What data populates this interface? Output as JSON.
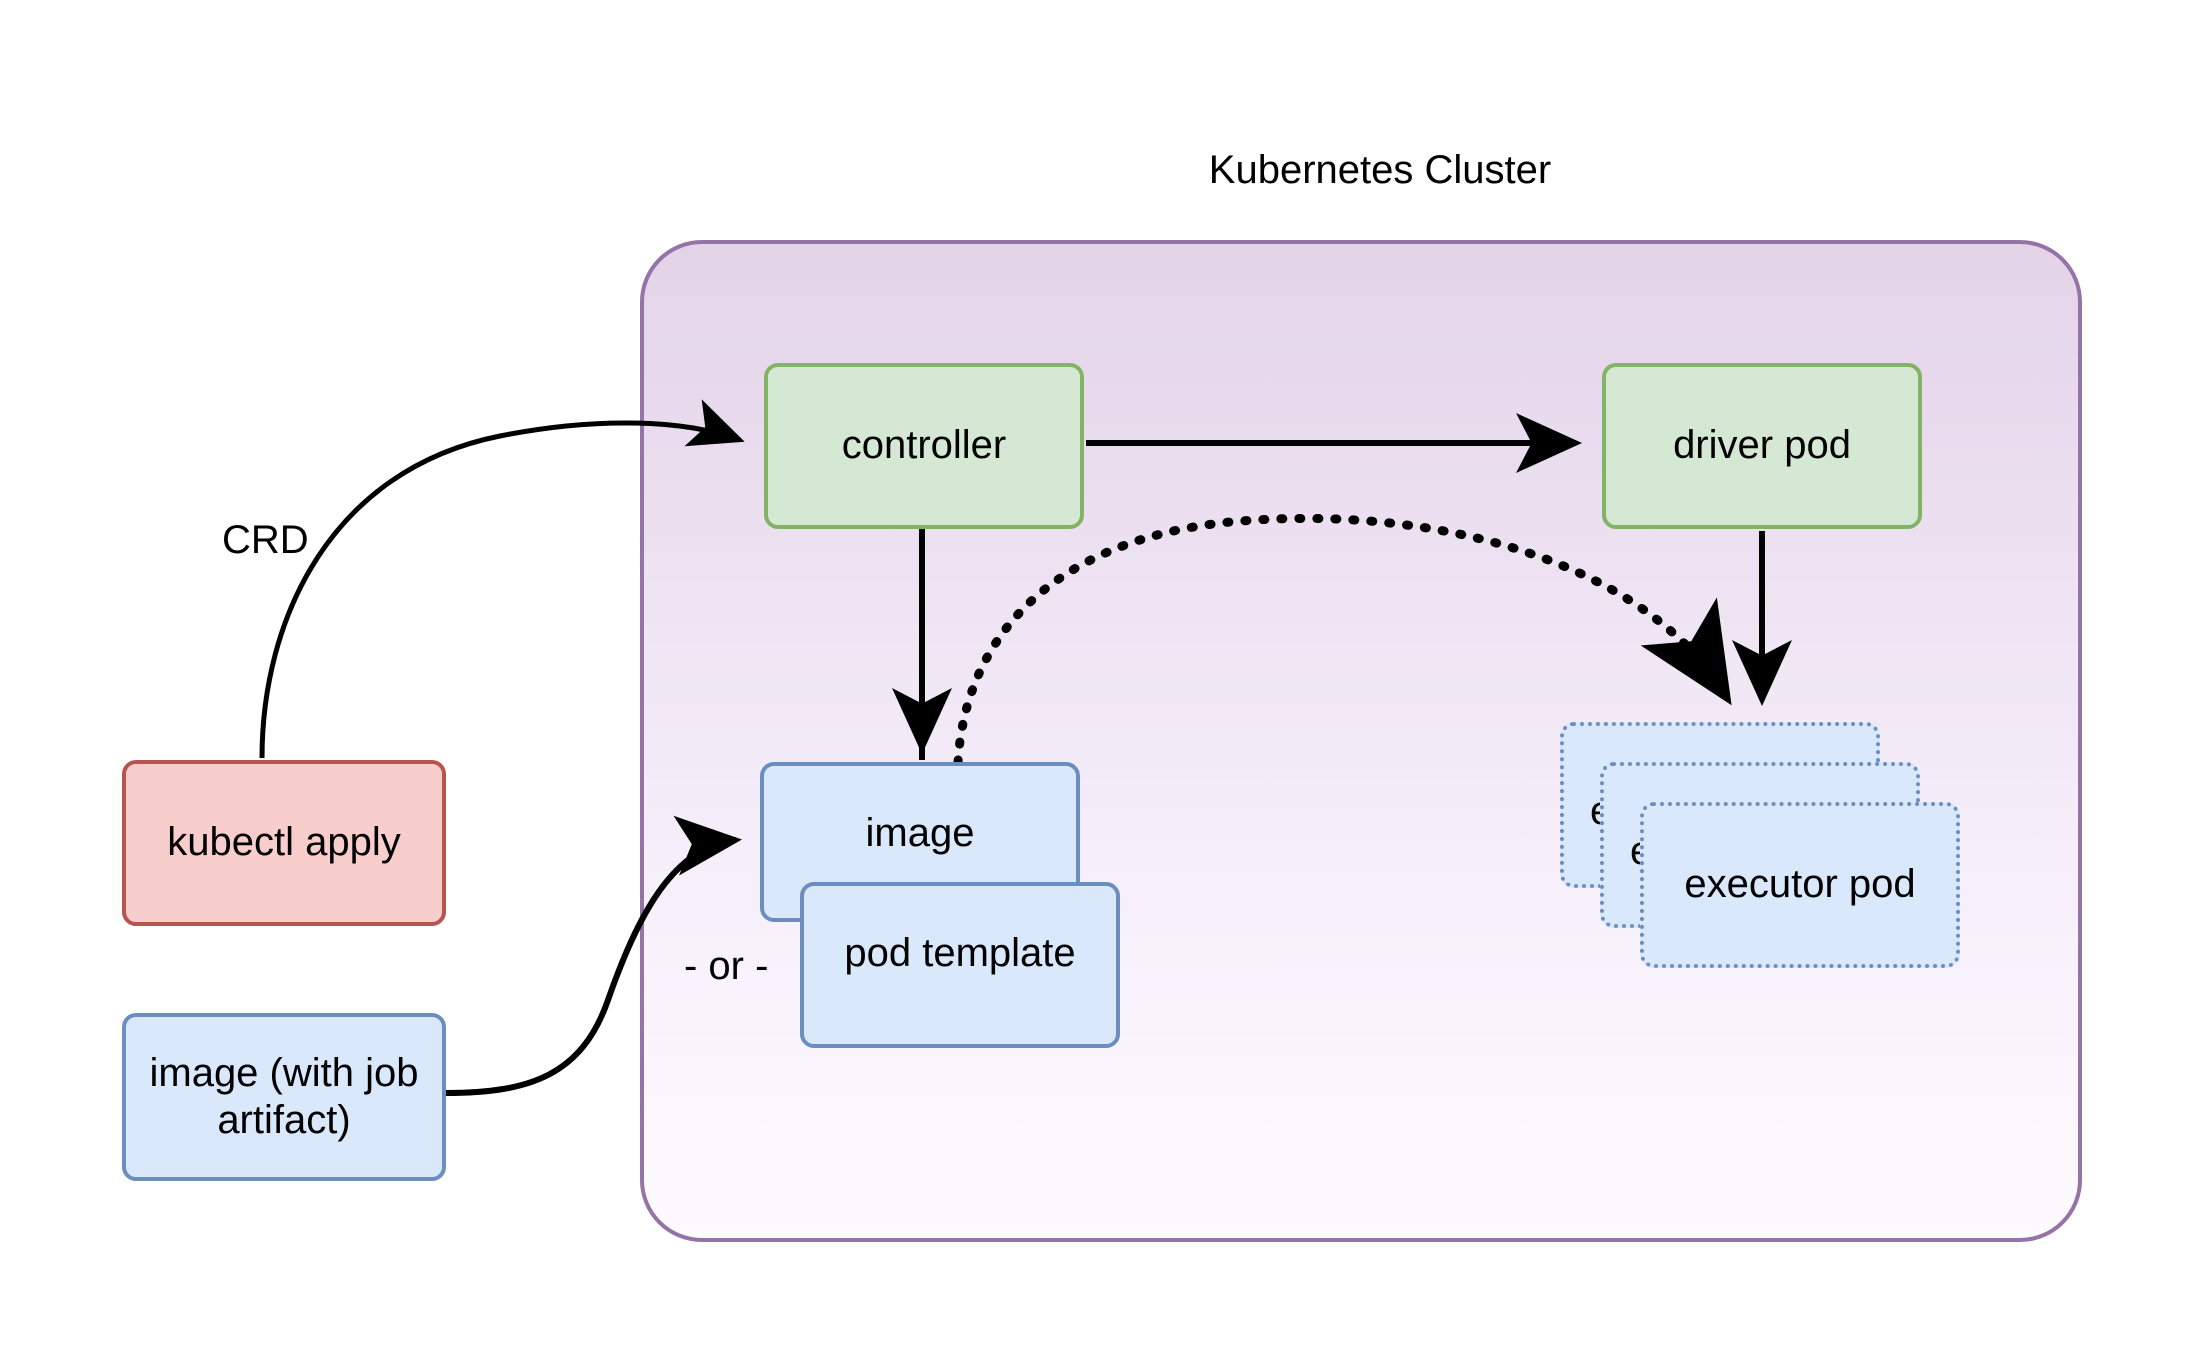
{
  "diagram": {
    "title": "Kubernetes Cluster",
    "nodes": {
      "controller": {
        "label": "controller",
        "fill": "#d5e8d4",
        "stroke": "#82b366"
      },
      "driver_pod": {
        "label": "driver pod",
        "fill": "#d5e8d4",
        "stroke": "#82b366"
      },
      "kubectl_apply": {
        "label": "kubectl apply",
        "fill": "#f8cecc",
        "stroke": "#b85450"
      },
      "image_with_artifact": {
        "label": "image (with job artifact)",
        "fill": "#dae8fc",
        "stroke": "#6c8ebf"
      },
      "image": {
        "label": "image",
        "fill": "#dae8fc",
        "stroke": "#6c8ebf"
      },
      "pod_template": {
        "label": "pod template",
        "fill": "#dae8fc",
        "stroke": "#6c8ebf"
      },
      "executor_pod_back": {
        "label": "e",
        "fill": "#dae8fc",
        "stroke": "#6c8ebf"
      },
      "executor_pod_mid": {
        "label": "e",
        "fill": "#dae8fc",
        "stroke": "#6c8ebf"
      },
      "executor_pod_front": {
        "label": "executor pod",
        "fill": "#dae8fc",
        "stroke": "#6c8ebf"
      }
    },
    "edge_labels": {
      "crd": "CRD",
      "or": "- or -"
    },
    "cluster": {
      "fill_top": "#e3d3e8",
      "fill_bottom": "#fdfbff",
      "stroke": "#9673a6"
    },
    "edge_color": "#000000"
  }
}
